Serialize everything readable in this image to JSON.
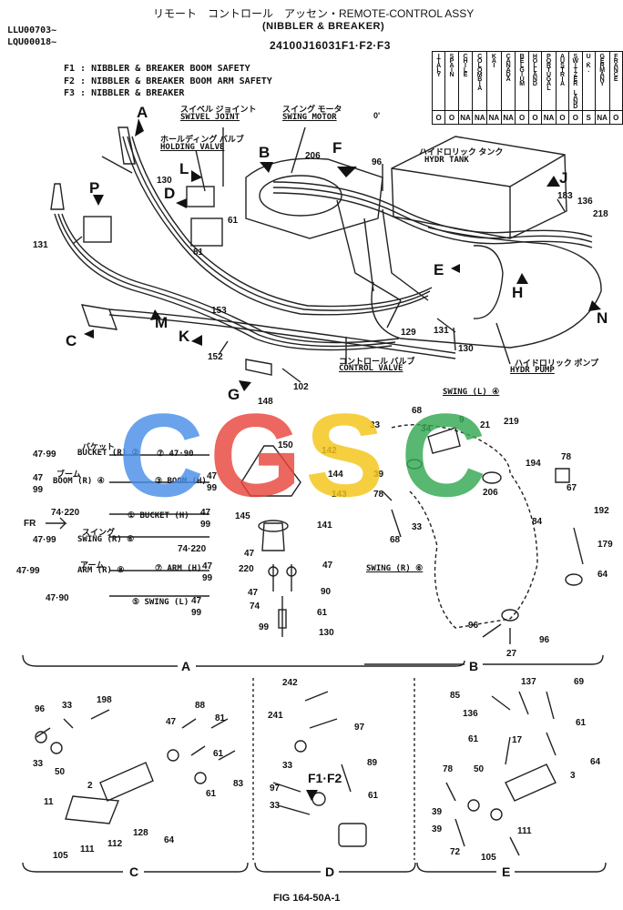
{
  "header": {
    "title_jp": "リモート　コントロール　アッセン・REMOTE-CONTROL ASSY",
    "subtitle": "(NIBBLER & BREAKER)",
    "part_no": "24100J16031F1·F2·F3",
    "serial_1": "LLU00703~",
    "serial_2": "LQU00018~",
    "notes": [
      "F1 : NIBBLER & BREAKER BOOM SAFETY",
      "F2 : NIBBLER & BREAKER BOOM ARM SAFETY",
      "F3 : NIBBLER & BREAKER"
    ]
  },
  "countries": {
    "names": [
      "ITALY",
      "SPAIN",
      "CHILE",
      "COLOMBIA",
      "KAI",
      "CANADA",
      "BELGIUM",
      "HOLLAND",
      "PORTUGAL",
      "AUSTRIA",
      "SWITZER LAND",
      "U.K.",
      "GERMANY",
      "FRANCE"
    ],
    "values": [
      "O",
      "O",
      "NA",
      "NA",
      "NA",
      "NA",
      "O",
      "O",
      "NA",
      "O",
      "O",
      "S",
      "NA",
      "O"
    ]
  },
  "callouts": {
    "swivel_jp": "スイベル ジョイント",
    "swivel": "SWIVEL JOINT",
    "swing_motor_jp": "スイング モータ",
    "swing_motor": "SWING MOTOR",
    "holding_jp": "ホールディング バルブ",
    "holding": "HOLDING VALVE",
    "tank_jp": "ハイドロリック タンク",
    "tank": "HYDR TANK",
    "control_jp": "コントロール バルブ",
    "control": "CONTROL VALVE",
    "pump_jp": "ハイドロリック ポンプ",
    "pump": "HYDR PUMP",
    "tick": "0'"
  },
  "letters": {
    "A": "A",
    "B": "B",
    "C": "C",
    "D": "D",
    "E": "E",
    "F": "F",
    "G": "G",
    "H": "H",
    "J": "J",
    "K": "K",
    "L": "L",
    "M": "M",
    "N": "N",
    "P": "P"
  },
  "main_parts": {
    "p130a": "130",
    "p131a": "131",
    "p206a": "206",
    "p96a": "96",
    "p183": "183",
    "p136a": "136",
    "p218": "218",
    "p61a": "61",
    "p81a": "81",
    "p153": "153",
    "p152": "152",
    "p102": "102",
    "p129": "129",
    "p131b": "131",
    "p130b": "130"
  },
  "section_a": {
    "rows": [
      {
        "left": "47·99",
        "jp": "バケット",
        "label": "BUCKET (R) ②"
      },
      {
        "left": "",
        "jp": "",
        "label": "⑦ 47·90"
      },
      {
        "left": "47",
        "jp": "ブーム",
        "label": "BOOM (R) ④"
      },
      {
        "left": "99",
        "jp": "",
        "label": ""
      },
      {
        "left": "74·220",
        "jp": "",
        "label": "③ BOOM (H)"
      },
      {
        "left": "FR",
        "jp": "",
        "label": "① BUCKET (H)"
      },
      {
        "left": "47·99",
        "jp": "スイング",
        "label": "SWING (R) ⑥"
      },
      {
        "left": "",
        "jp": "",
        "label": "74·220"
      },
      {
        "left": "47·99",
        "jp": "アーム",
        "label": "ARM (R) ⑧"
      },
      {
        "left": "",
        "jp": "",
        "label": "⑦ ARM (H)"
      },
      {
        "left": "47·90",
        "jp": "",
        "label": "⑤ SWING (L)"
      }
    ],
    "right_nums": [
      "47",
      "99",
      "47",
      "99",
      "47",
      "99",
      "47",
      "99",
      "47",
      "99"
    ],
    "parts": [
      "148",
      "150",
      "142",
      "144",
      "143",
      "145",
      "141",
      "47",
      "220",
      "47",
      "74",
      "90",
      "47",
      "61",
      "99",
      "130"
    ]
  },
  "section_b": {
    "swing_l": "SWING (L) ④",
    "swing_r": "SWING (R) ⑥",
    "parts": [
      "68",
      "9",
      "21",
      "219",
      "33",
      "34",
      "39",
      "78",
      "194",
      "78",
      "206",
      "67",
      "192",
      "84",
      "179",
      "33",
      "68",
      "64",
      "96",
      "27",
      "96"
    ]
  },
  "section_c": {
    "parts": [
      "96",
      "33",
      "198",
      "33",
      "50",
      "47",
      "88",
      "81",
      "61",
      "83",
      "61",
      "2",
      "11",
      "128",
      "105",
      "111",
      "112",
      "64"
    ]
  },
  "section_d": {
    "parts": [
      "242",
      "241",
      "97",
      "89",
      "33",
      "61",
      "97",
      "33"
    ],
    "label": "F1·F2"
  },
  "section_e": {
    "parts": [
      "137",
      "69",
      "85",
      "61",
      "136",
      "61",
      "17",
      "64",
      "78",
      "50",
      "3",
      "39",
      "111",
      "39",
      "72",
      "105"
    ]
  },
  "section_names": {
    "A": "A",
    "B": "B",
    "C": "C",
    "D": "D",
    "E": "E"
  },
  "footer": {
    "fig": "FIG 164-50A-1"
  },
  "watermark": {
    "letters": [
      "C",
      "G",
      "S",
      "C"
    ],
    "colors": [
      "#4a8fe8",
      "#e8463c",
      "#f5c518",
      "#34a853"
    ]
  }
}
